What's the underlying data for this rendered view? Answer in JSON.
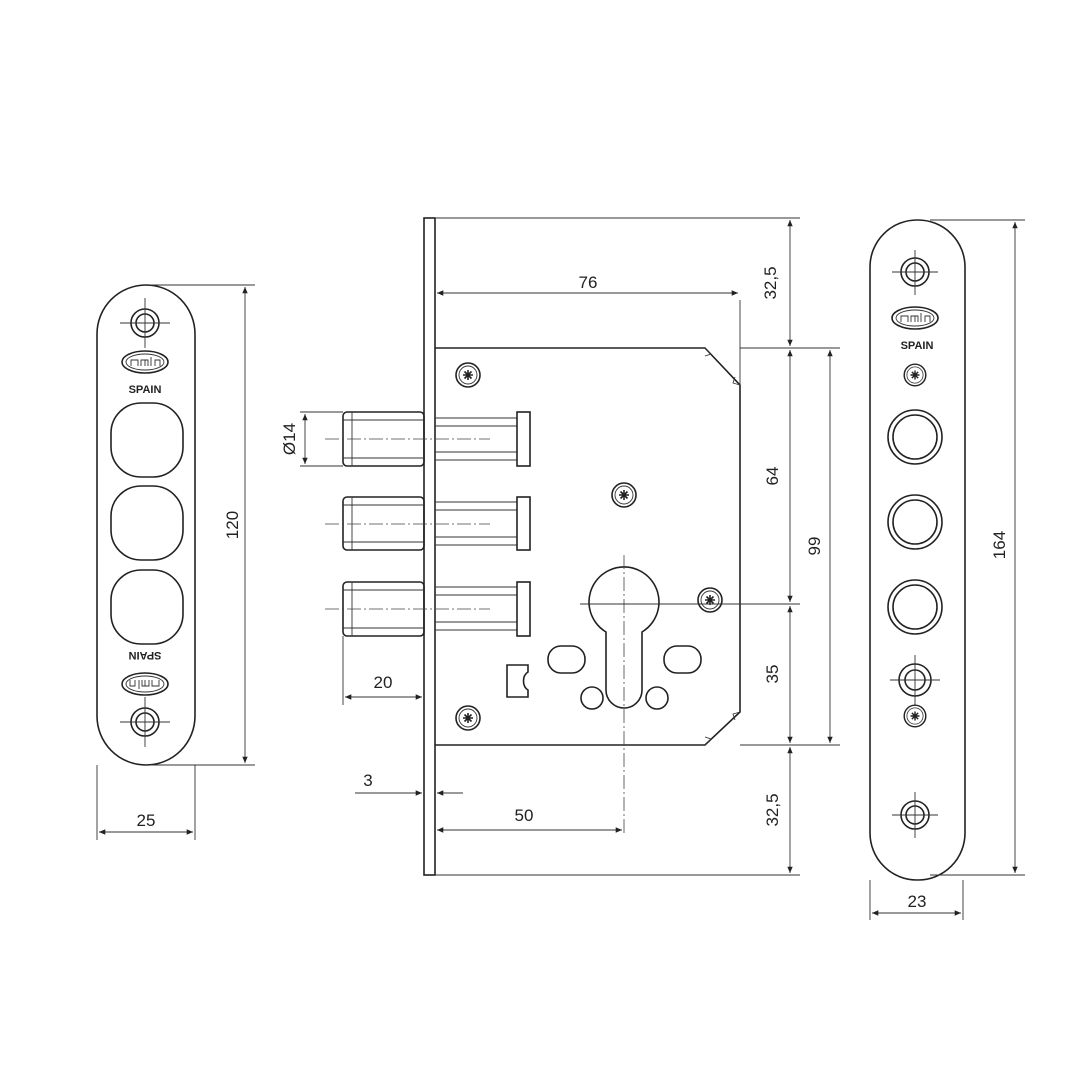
{
  "drawing": {
    "brand_text": "SPAIN",
    "logo_text": "amig",
    "left_plate": {
      "height": "120",
      "width": "25"
    },
    "lock_body": {
      "backset_width": "76",
      "top_offset": "32,5",
      "upper_to_cylinder": "64",
      "plate_inner_height": "99",
      "cylinder_to_bottom": "35",
      "bottom_offset": "32,5",
      "bolt_diameter": "Ø14",
      "bolt_throw": "20",
      "faceplate_thickness": "3",
      "backset": "50"
    },
    "right_plate": {
      "height": "164",
      "width": "23"
    }
  }
}
